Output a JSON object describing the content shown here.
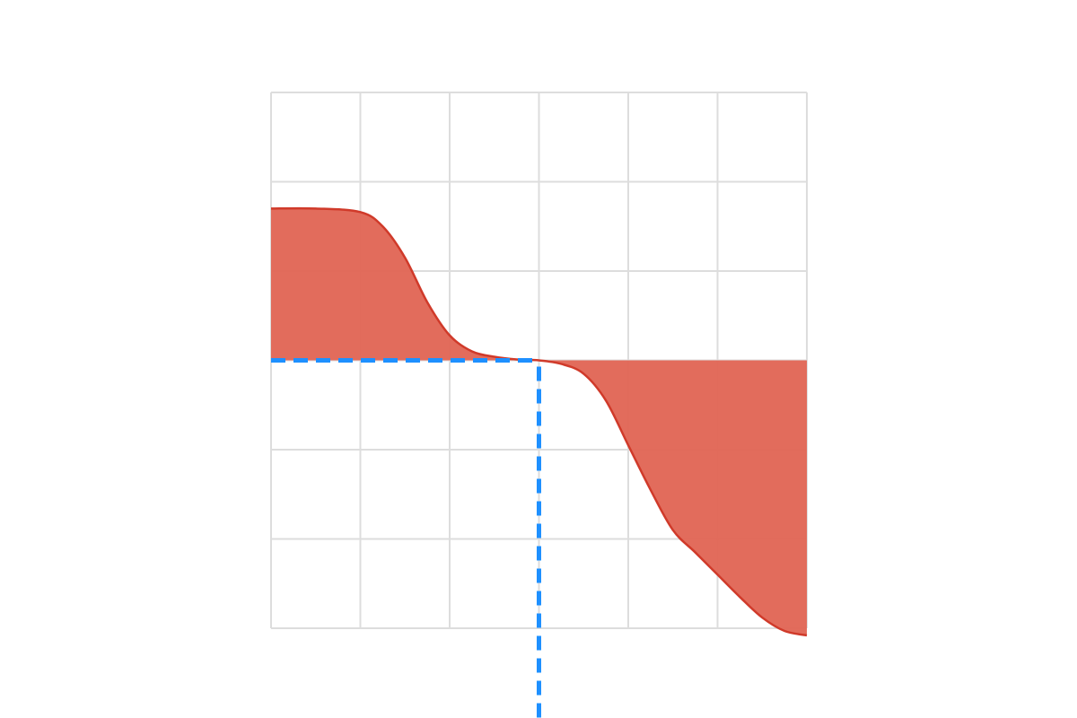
{
  "chart_data": {
    "type": "area",
    "title": "",
    "xlabel": "",
    "ylabel": "",
    "xlim": [
      0,
      6
    ],
    "ylim": [
      -3,
      3
    ],
    "grid": true,
    "x": [
      0,
      0.5,
      1,
      1.25,
      1.5,
      1.75,
      2,
      2.25,
      2.5,
      2.75,
      3,
      3.25,
      3.5,
      3.75,
      4,
      4.25,
      4.5,
      4.75,
      5,
      5.25,
      5.5,
      5.75,
      6
    ],
    "series": [
      {
        "values": [
          1.7,
          1.7,
          1.66,
          1.5,
          1.15,
          0.65,
          0.28,
          0.1,
          0.04,
          0.01,
          0,
          -0.04,
          -0.15,
          -0.45,
          -0.95,
          -1.45,
          -1.9,
          -2.15,
          -2.4,
          -2.65,
          -2.88,
          -3.03,
          -3.08
        ],
        "color": "#e06453",
        "line_color": "#d03a2a",
        "baseline": 0
      }
    ],
    "reference_lines": [
      {
        "orientation": "horizontal",
        "y": 0,
        "x_from": 0,
        "x_to": 3,
        "color": "#1e90ff",
        "style": "dashed"
      },
      {
        "orientation": "vertical",
        "x": 3,
        "y_from": -4,
        "y_to": 0,
        "color": "#1e90ff",
        "style": "dashed"
      }
    ],
    "grid_color": "#dddddd"
  }
}
